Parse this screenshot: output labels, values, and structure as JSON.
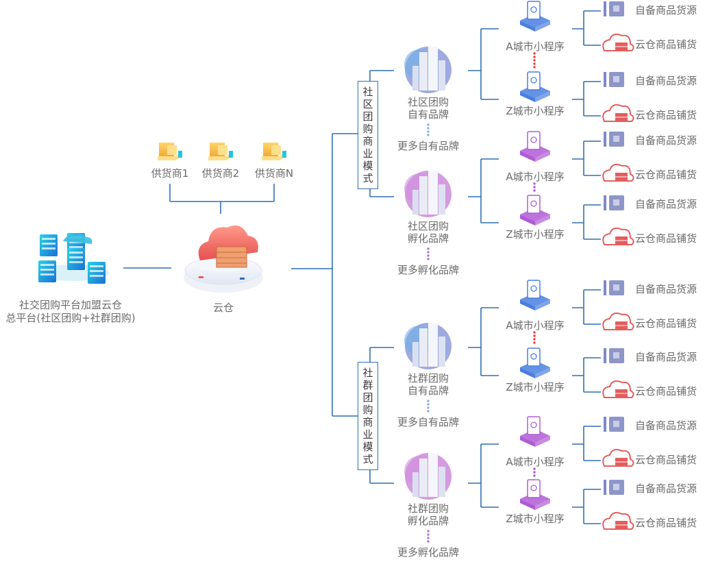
{
  "hq": {
    "line1": "社交团购平台加盟云仓",
    "line2": "总平台(社区团购+社群团购)"
  },
  "cloud_label": "云仓",
  "suppliers": [
    "供货商1",
    "供货商2",
    "供货商N"
  ],
  "modes": [
    {
      "title": "社区团购商业模式",
      "brands": [
        {
          "line1": "社区团购",
          "line2": "自有品牌",
          "more": "更多自有品牌",
          "theme": "blue"
        },
        {
          "line1": "社区团购",
          "line2": "孵化品牌",
          "more": "更多孵化品牌",
          "theme": "purple"
        }
      ]
    },
    {
      "title": "社群团购商业模式",
      "brands": [
        {
          "line1": "社群团购",
          "line2": "自有品牌",
          "more": "更多自有品牌",
          "theme": "blue"
        },
        {
          "line1": "社群团购",
          "line2": "孵化品牌",
          "more": "更多孵化品牌",
          "theme": "purple"
        }
      ]
    }
  ],
  "mini_programs": [
    "A城市小程序",
    "Z城市小程序"
  ],
  "goods": [
    "自备商品货源",
    "云仓商品铺货"
  ],
  "colors": {
    "line": "#2f6fb3",
    "blue_theme": "#4a7fe0",
    "purple_theme": "#b05ad6",
    "red_dot": "#e8413a",
    "cloud_red": "#e55d5d",
    "text": "#6b6b6b"
  }
}
